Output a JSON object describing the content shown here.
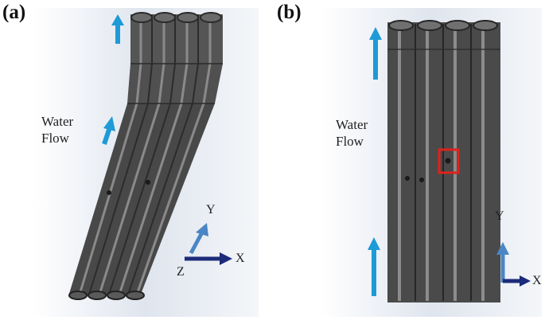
{
  "panel_a": {
    "label": "(a)",
    "flow_label": [
      "Water",
      "Flow"
    ],
    "axes": {
      "y": "Y",
      "x": "X",
      "z": "Z"
    }
  },
  "panel_b": {
    "label": "(b)",
    "flow_label": [
      "Water",
      "Flow"
    ],
    "axes": {
      "y": "Y",
      "x": "X"
    }
  },
  "colors": {
    "arrow": "#1e9ad6",
    "axis_y": "#4a86c5",
    "axis_x": "#1c2a7a",
    "highlight": "#e0211b",
    "tube": "#4a4a4a"
  }
}
